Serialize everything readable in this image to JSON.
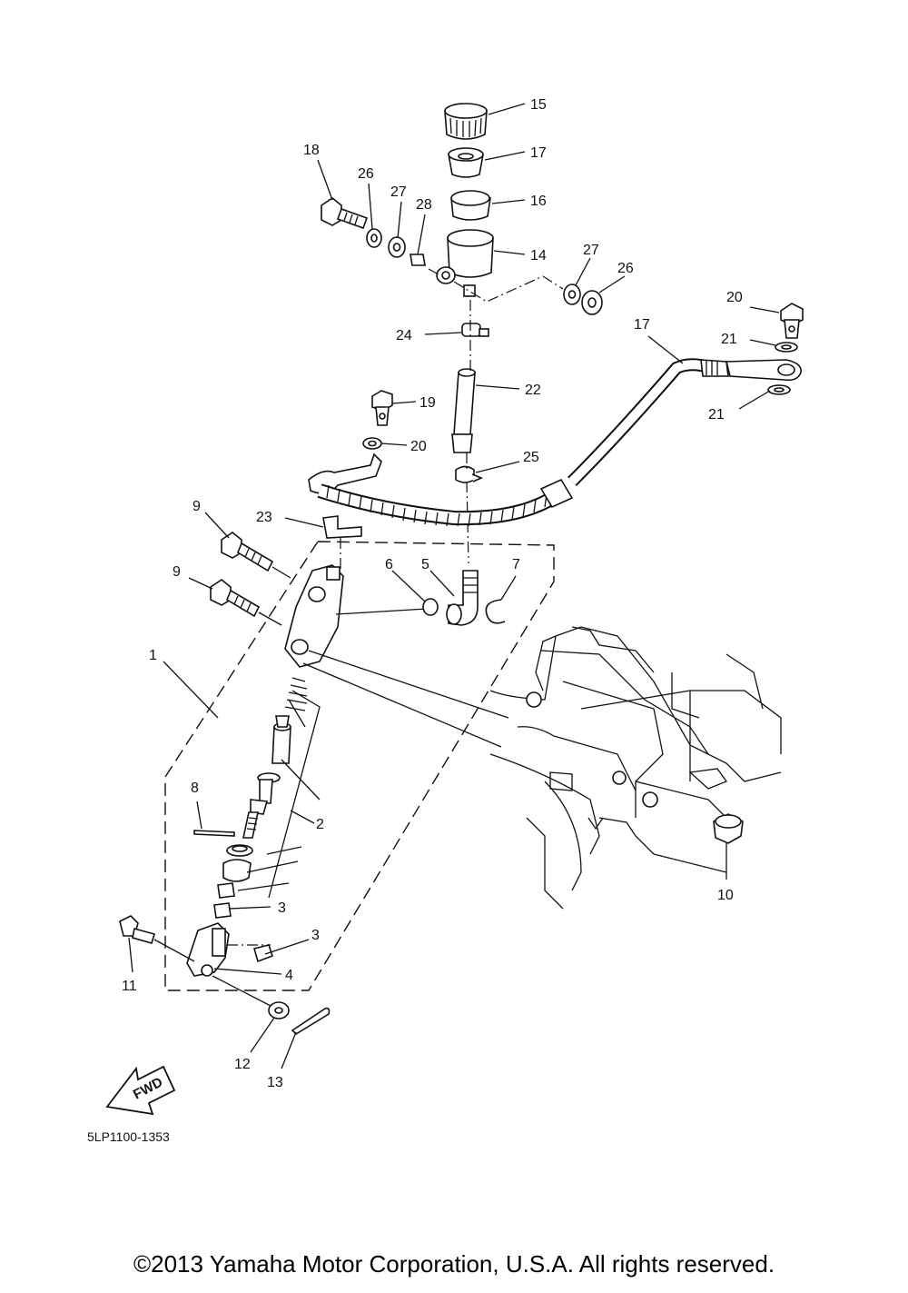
{
  "parts": [
    {
      "id": "1",
      "label": "1"
    },
    {
      "id": "2",
      "label": "2"
    },
    {
      "id": "3a",
      "label": "3"
    },
    {
      "id": "3b",
      "label": "3"
    },
    {
      "id": "4",
      "label": "4"
    },
    {
      "id": "5",
      "label": "5"
    },
    {
      "id": "6",
      "label": "6"
    },
    {
      "id": "7",
      "label": "7"
    },
    {
      "id": "8",
      "label": "8"
    },
    {
      "id": "9a",
      "label": "9"
    },
    {
      "id": "9b",
      "label": "9"
    },
    {
      "id": "10",
      "label": "10"
    },
    {
      "id": "11",
      "label": "11"
    },
    {
      "id": "12",
      "label": "12"
    },
    {
      "id": "13",
      "label": "13"
    },
    {
      "id": "14",
      "label": "14"
    },
    {
      "id": "15",
      "label": "15"
    },
    {
      "id": "16",
      "label": "16"
    },
    {
      "id": "17",
      "label": "17"
    },
    {
      "id": "18",
      "label": "18"
    },
    {
      "id": "19",
      "label": "19"
    },
    {
      "id": "20a",
      "label": "20"
    },
    {
      "id": "20b",
      "label": "20"
    },
    {
      "id": "21a",
      "label": "21"
    },
    {
      "id": "21b",
      "label": "21"
    },
    {
      "id": "21c",
      "label": "21"
    },
    {
      "id": "22",
      "label": "22"
    },
    {
      "id": "23",
      "label": "23"
    },
    {
      "id": "24",
      "label": "24"
    },
    {
      "id": "25",
      "label": "25"
    },
    {
      "id": "26a",
      "label": "26"
    },
    {
      "id": "26b",
      "label": "26"
    },
    {
      "id": "27a",
      "label": "27"
    },
    {
      "id": "27b",
      "label": "27"
    },
    {
      "id": "28",
      "label": "28"
    }
  ],
  "fwd_label": "FWD",
  "ref_code": "5LP1100-1353",
  "copyright": "©2013 Yamaha Motor Corporation, U.S.A. All rights reserved."
}
